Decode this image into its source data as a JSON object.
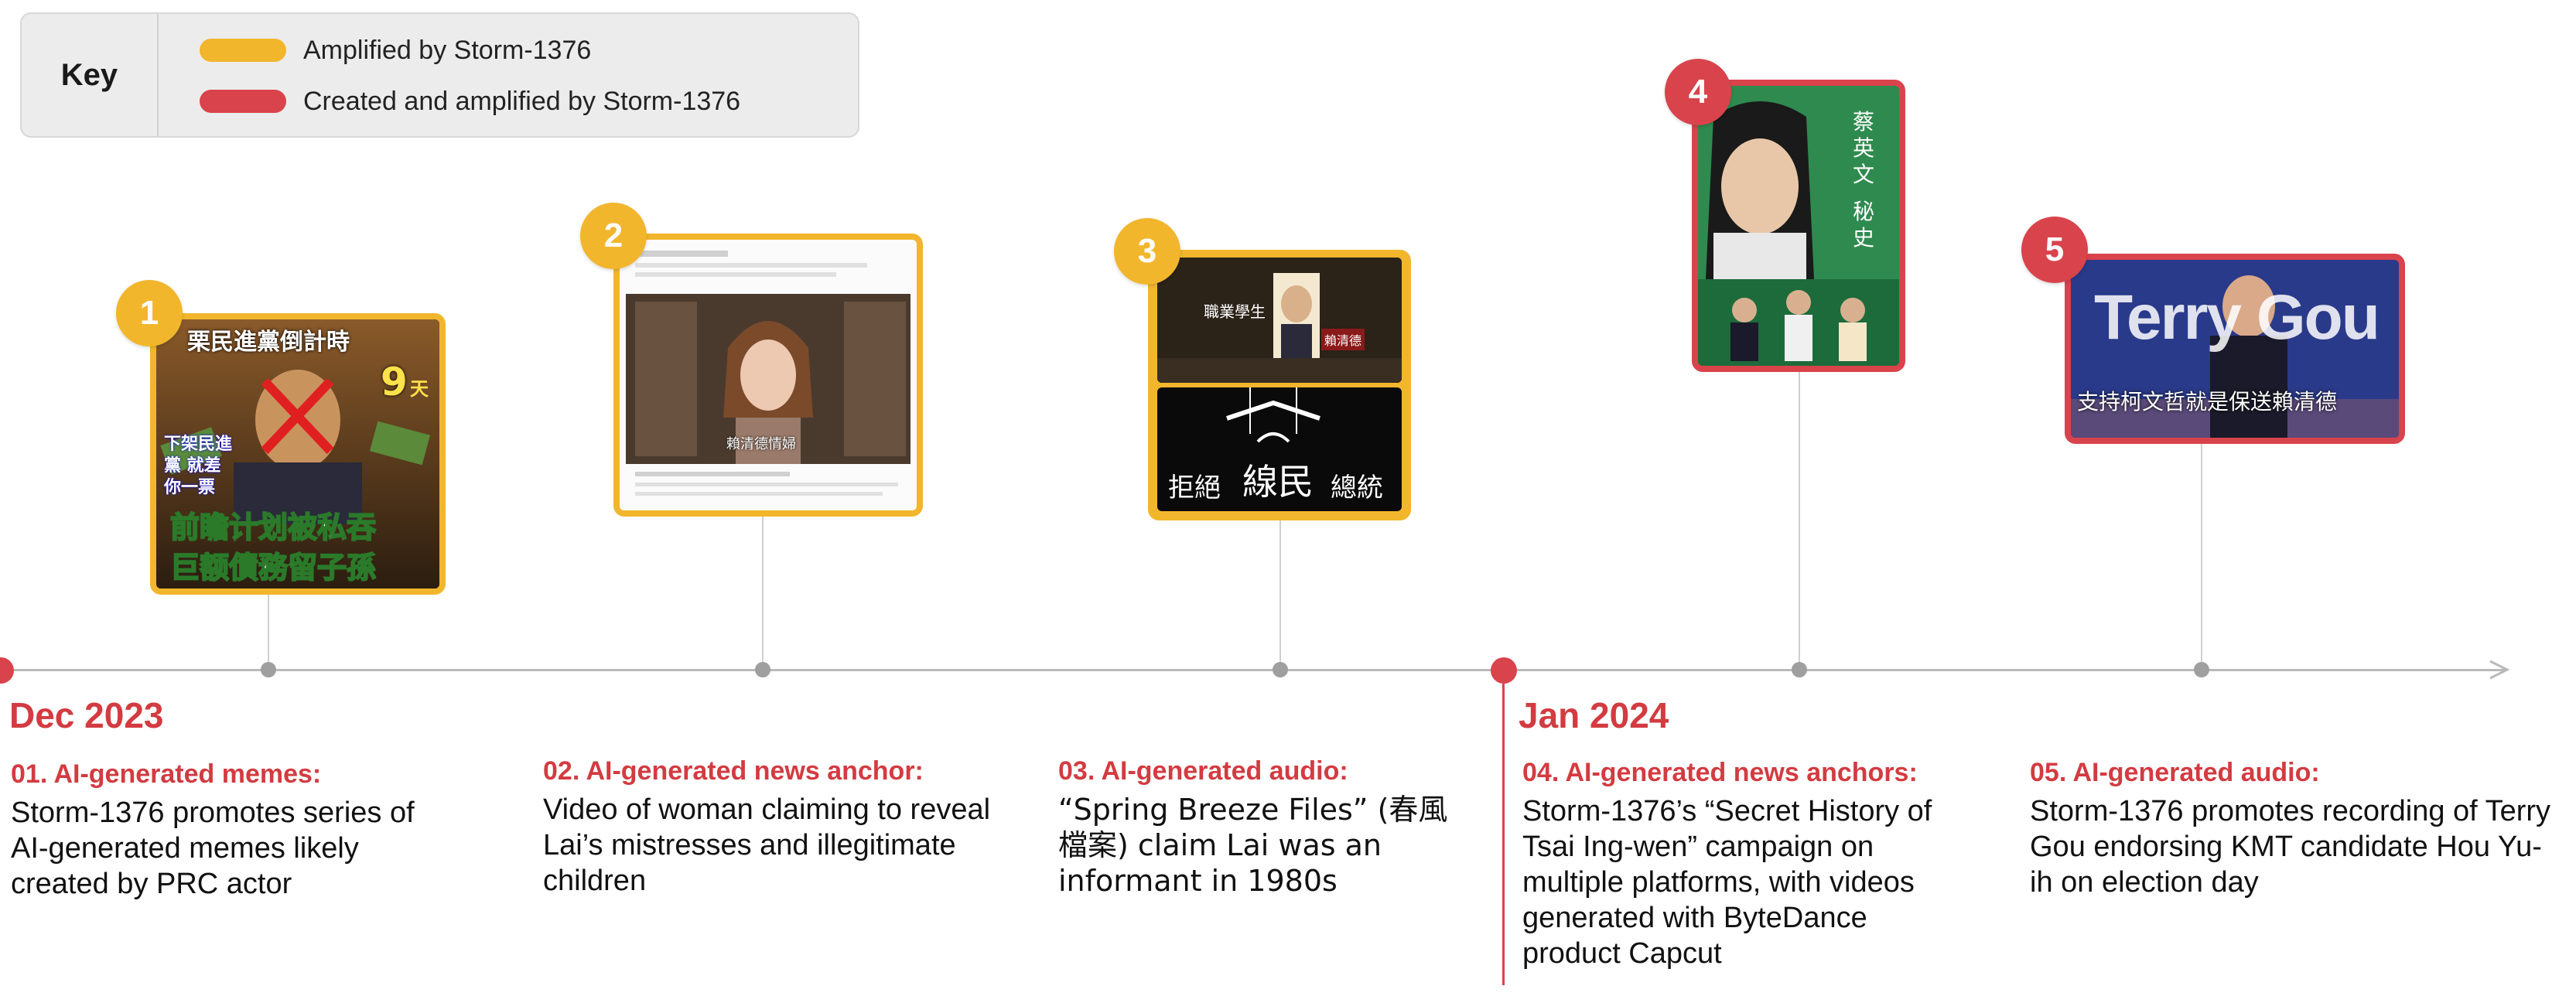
{
  "key": {
    "title": "Key",
    "items": [
      {
        "label": "Amplified by Storm-1376",
        "color": "#f2b62d"
      },
      {
        "label": "Created and amplified by Storm-1376",
        "color": "#d9434b"
      }
    ]
  },
  "months": [
    {
      "label": "Dec 2023"
    },
    {
      "label": "Jan 2024"
    }
  ],
  "events": [
    {
      "number": "1",
      "title": "01. AI-generated memes:",
      "description": "Storm-1376 promotes series of AI-generated memes likely created by PRC actor",
      "type": "amplified",
      "image_text": {
        "top": "栗民進黨倒計時",
        "mid": "下架民進黨 就差你一票",
        "line1": "前瞻计划被私吞",
        "line2": "巨额債務留子孫",
        "count": "9",
        "unit": "天"
      }
    },
    {
      "number": "2",
      "title": "02. AI-generated news anchor:",
      "description": "Video of woman claiming to reveal Lai’s mistresses and illegitimate children",
      "type": "amplified",
      "image_text": {
        "caption": "賴清德情婦"
      }
    },
    {
      "number": "3",
      "title": "03. AI-generated audio:",
      "description": "“Spring Breeze Files” (春風檔案) claim Lai was an informant in 1980s",
      "type": "amplified",
      "image_text": {
        "top_caption": "職業學生",
        "name": "賴清德",
        "bottom_caption_1": "拒絕",
        "bottom_caption_2": "線民",
        "bottom_caption_3": "總統"
      }
    },
    {
      "number": "4",
      "title": "04. AI-generated news anchors:",
      "description": "Storm-1376’s “Secret History of Tsai Ing-wen” campaign on multiple platforms, with videos generated with ByteDance product Capcut",
      "type": "created",
      "image_text": {
        "cover_line1": "蔡英文",
        "cover_line2": "秘史"
      }
    },
    {
      "number": "5",
      "title": "05. AI-generated audio:",
      "description": "Storm-1376 promotes recording of Terry Gou endorsing KMT candidate Hou Yu-ih on election day",
      "type": "created",
      "image_text": {
        "banner": "Terry Gou",
        "caption": "支持柯文哲就是保送賴清德"
      }
    }
  ],
  "colors": {
    "amplified": "#f2b62d",
    "created": "#d9434b",
    "month_text": "#d33b41",
    "axis": "#b9b9b9"
  }
}
